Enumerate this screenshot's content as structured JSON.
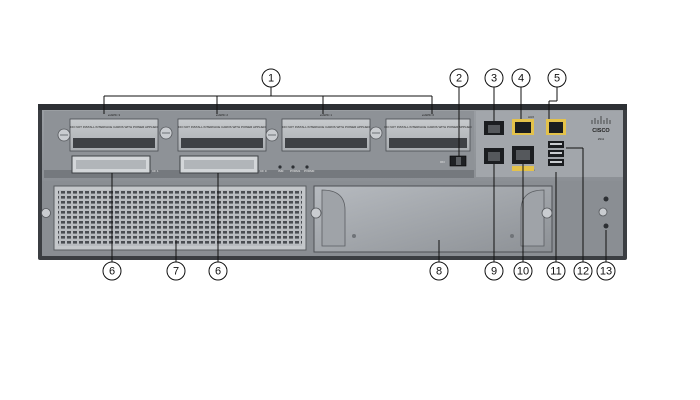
{
  "callouts": [
    "1",
    "2",
    "3",
    "4",
    "5",
    "6",
    "7",
    "6",
    "8",
    "9",
    "10",
    "11",
    "12",
    "13"
  ],
  "slots": [
    {
      "name": "eHWIC 3",
      "desc": "DO NOT INSTALL INTERFACE CARDS WITH POWER APPLIED"
    },
    {
      "name": "eHWIC 2",
      "desc": "DO NOT INSTALL INTERFACE CARDS WITH POWER APPLIED"
    },
    {
      "name": "eHWIC 1",
      "desc": "DO NOT INSTALL INTERFACE CARDS WITH POWER APPLIED"
    },
    {
      "name": "eHWIC 0",
      "desc": "DO NOT INSTALL INTERFACE CARDS WITH POWER APPLIED"
    }
  ],
  "panel_labels": {
    "cf1": "CF 1",
    "cf0": "CF 0",
    "ism": "ISM",
    "pvdm1": "PVDM1",
    "pvdm0": "PVDM0",
    "on": "ON",
    "console": "CONSOLE",
    "aux": "AUX"
  },
  "brand": {
    "logo_icon": "cisco-logo-icon",
    "name": "CISCO",
    "model": "2911"
  }
}
